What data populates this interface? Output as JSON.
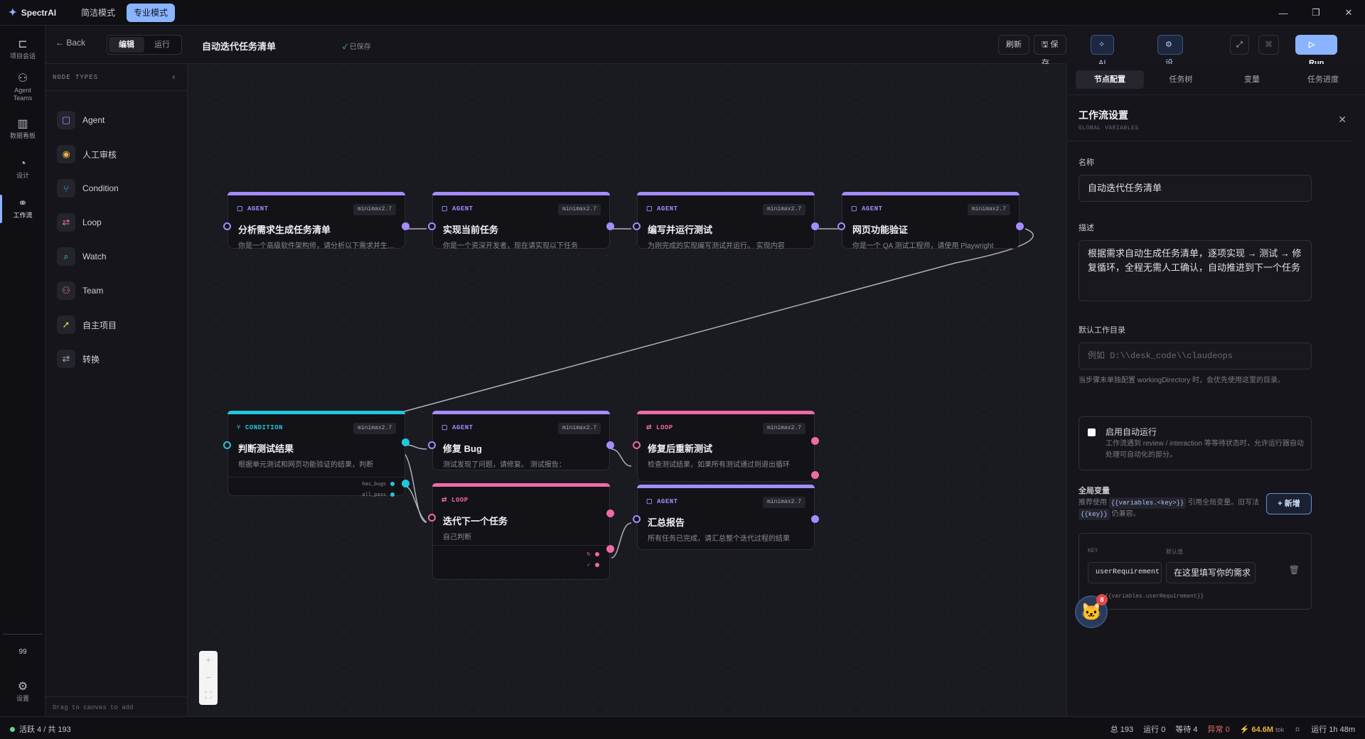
{
  "app": {
    "brand": "SpectrAI",
    "modes": [
      "简洁模式",
      "专业模式"
    ],
    "active_mode": "专业模式"
  },
  "window_controls": {
    "minimize": "—",
    "restore": "❐",
    "close": "✕"
  },
  "rail": {
    "items": [
      {
        "label": "项目会话",
        "icon": "⊏"
      },
      {
        "label": "Agent Teams",
        "icon": "⚇"
      },
      {
        "label": "数据看板",
        "icon": "▥"
      },
      {
        "label": "设计",
        "icon": "◔"
      },
      {
        "label": "工作流",
        "icon": "⚭"
      }
    ],
    "active": "工作流",
    "counter": "99",
    "settings": "设置"
  },
  "toolbar": {
    "back": "Back",
    "seg_edit": "编辑",
    "seg_run": "运行",
    "title": "自动迭代任务清单",
    "saved": "已保存",
    "refresh": "刷新",
    "save": "保存",
    "ai_gen": "AI 生成",
    "settings_vars": "设置/变量",
    "run": "Run"
  },
  "node_types": {
    "header": "NODE TYPES",
    "items": [
      {
        "label": "Agent",
        "icon": "▢",
        "color": "#a58cff"
      },
      {
        "label": "人工审核",
        "icon": "◉",
        "color": "#e5b340"
      },
      {
        "label": "Condition",
        "icon": "⑂",
        "color": "#22c6dc"
      },
      {
        "label": "Loop",
        "icon": "⇄",
        "color": "#f06aa8"
      },
      {
        "label": "Watch",
        "icon": "⌕",
        "color": "#3cd6b0"
      },
      {
        "label": "Team",
        "icon": "⚇",
        "color": "#f07a86"
      },
      {
        "label": "自主项目",
        "icon": "➚",
        "color": "#c4e04a"
      },
      {
        "label": "转换",
        "icon": "⇄",
        "color": "#a8a8b4"
      }
    ],
    "footer": "Drag to canvas to add"
  },
  "canvas": {
    "nodes": [
      {
        "id": "n1",
        "type": "AGENT",
        "model": "minimax2.7",
        "title": "分析需求生成任务清单",
        "desc": "你是一个高级软件架构师，请分析以下需求并生成任务清单",
        "color": "#a58cff"
      },
      {
        "id": "n2",
        "type": "AGENT",
        "model": "minimax2.7",
        "title": "实现当前任务",
        "desc": "你是一个资深开发者，现在请实现以下任务",
        "color": "#a58cff"
      },
      {
        "id": "n3",
        "type": "AGENT",
        "model": "minimax2.7",
        "title": "编写并运行测试",
        "desc": "为刚完成的实现编写测试并运行。 实现内容",
        "color": "#a58cff"
      },
      {
        "id": "n4",
        "type": "AGENT",
        "model": "minimax2.7",
        "title": "网页功能验证",
        "desc": "你是一个 QA 测试工程师，请使用 Playwright",
        "color": "#a58cff"
      },
      {
        "id": "n5",
        "type": "CONDITION",
        "model": "minimax2.7",
        "title": "判断测试结果",
        "desc": "根据单元测试和网页功能验证的结果，判断",
        "color": "#22c6dc",
        "outputs": [
          "has_bugs",
          "all_pass"
        ]
      },
      {
        "id": "n6",
        "type": "AGENT",
        "model": "minimax2.7",
        "title": "修复 Bug",
        "desc": "测试发现了问题，请修复。 测试报告： ",
        "color": "#a58cff"
      },
      {
        "id": "n7",
        "type": "LOOP",
        "model": "minimax2.7",
        "title": "修复后重新测试",
        "desc": "检查测试结果，如果所有测试通过则退出循环",
        "color": "#f06aa8"
      },
      {
        "id": "n8",
        "type": "LOOP",
        "model": "",
        "title": "迭代下一个任务",
        "desc": "自己判断",
        "color": "#f06aa8",
        "outputs": [
          "↻",
          "✓"
        ]
      },
      {
        "id": "n9",
        "type": "AGENT",
        "model": "minimax2.7",
        "title": "汇总报告",
        "desc": "所有任务已完成，请汇总整个迭代过程的结果",
        "color": "#a58cff"
      }
    ],
    "zoom": [
      "+",
      "−",
      "⛶"
    ]
  },
  "right_panel": {
    "tabs": [
      "节点配置",
      "任务树",
      "变量",
      "任务进度"
    ],
    "active_tab": "节点配置",
    "heading": "工作流设置",
    "subheading": "GLOBAL VARIABLES",
    "name_label": "名称",
    "name_value": "自动迭代任务清单",
    "desc_label": "描述",
    "desc_value": "根据需求自动生成任务清单，逐项实现 → 测试 → 修复循环，全程无需人工确认，自动推进到下一个任务",
    "dir_label": "默认工作目录",
    "dir_placeholder": "例如 D:\\\\desk_code\\\\claudeops",
    "dir_hint": "当步骤未单独配置 workingDirectory 时，会优先使用这里的目录。",
    "auto_label": "启用自动运行",
    "auto_desc": "工作流遇到 review / interaction 等等待状态时，允许运行器自动处理可自动化的部分。",
    "vars_label": "全局变量",
    "vars_hint_1": "推荐使用",
    "vars_hint_code1": "{{variables.<key>}}",
    "vars_hint_2": "引用全局变量。旧写法",
    "vars_hint_code2": "{{key}}",
    "vars_hint_3": "仍兼容。",
    "add_label": "+ 新增",
    "var_key_label": "KEY",
    "var_default_label": "默认值",
    "var_key": "userRequirement",
    "var_default": "在这里填写你的需求",
    "var_ref": "{{variables.userRequirement}}",
    "badge_count": "8"
  },
  "status": {
    "left": "活跃 4 / 共 193",
    "total": "总 193",
    "running": "运行 0",
    "waiting": "等待 4",
    "error": "异常 0",
    "tokens": "64.6M",
    "tokens_unit": "tok",
    "uptime": "运行 1h 48m"
  }
}
